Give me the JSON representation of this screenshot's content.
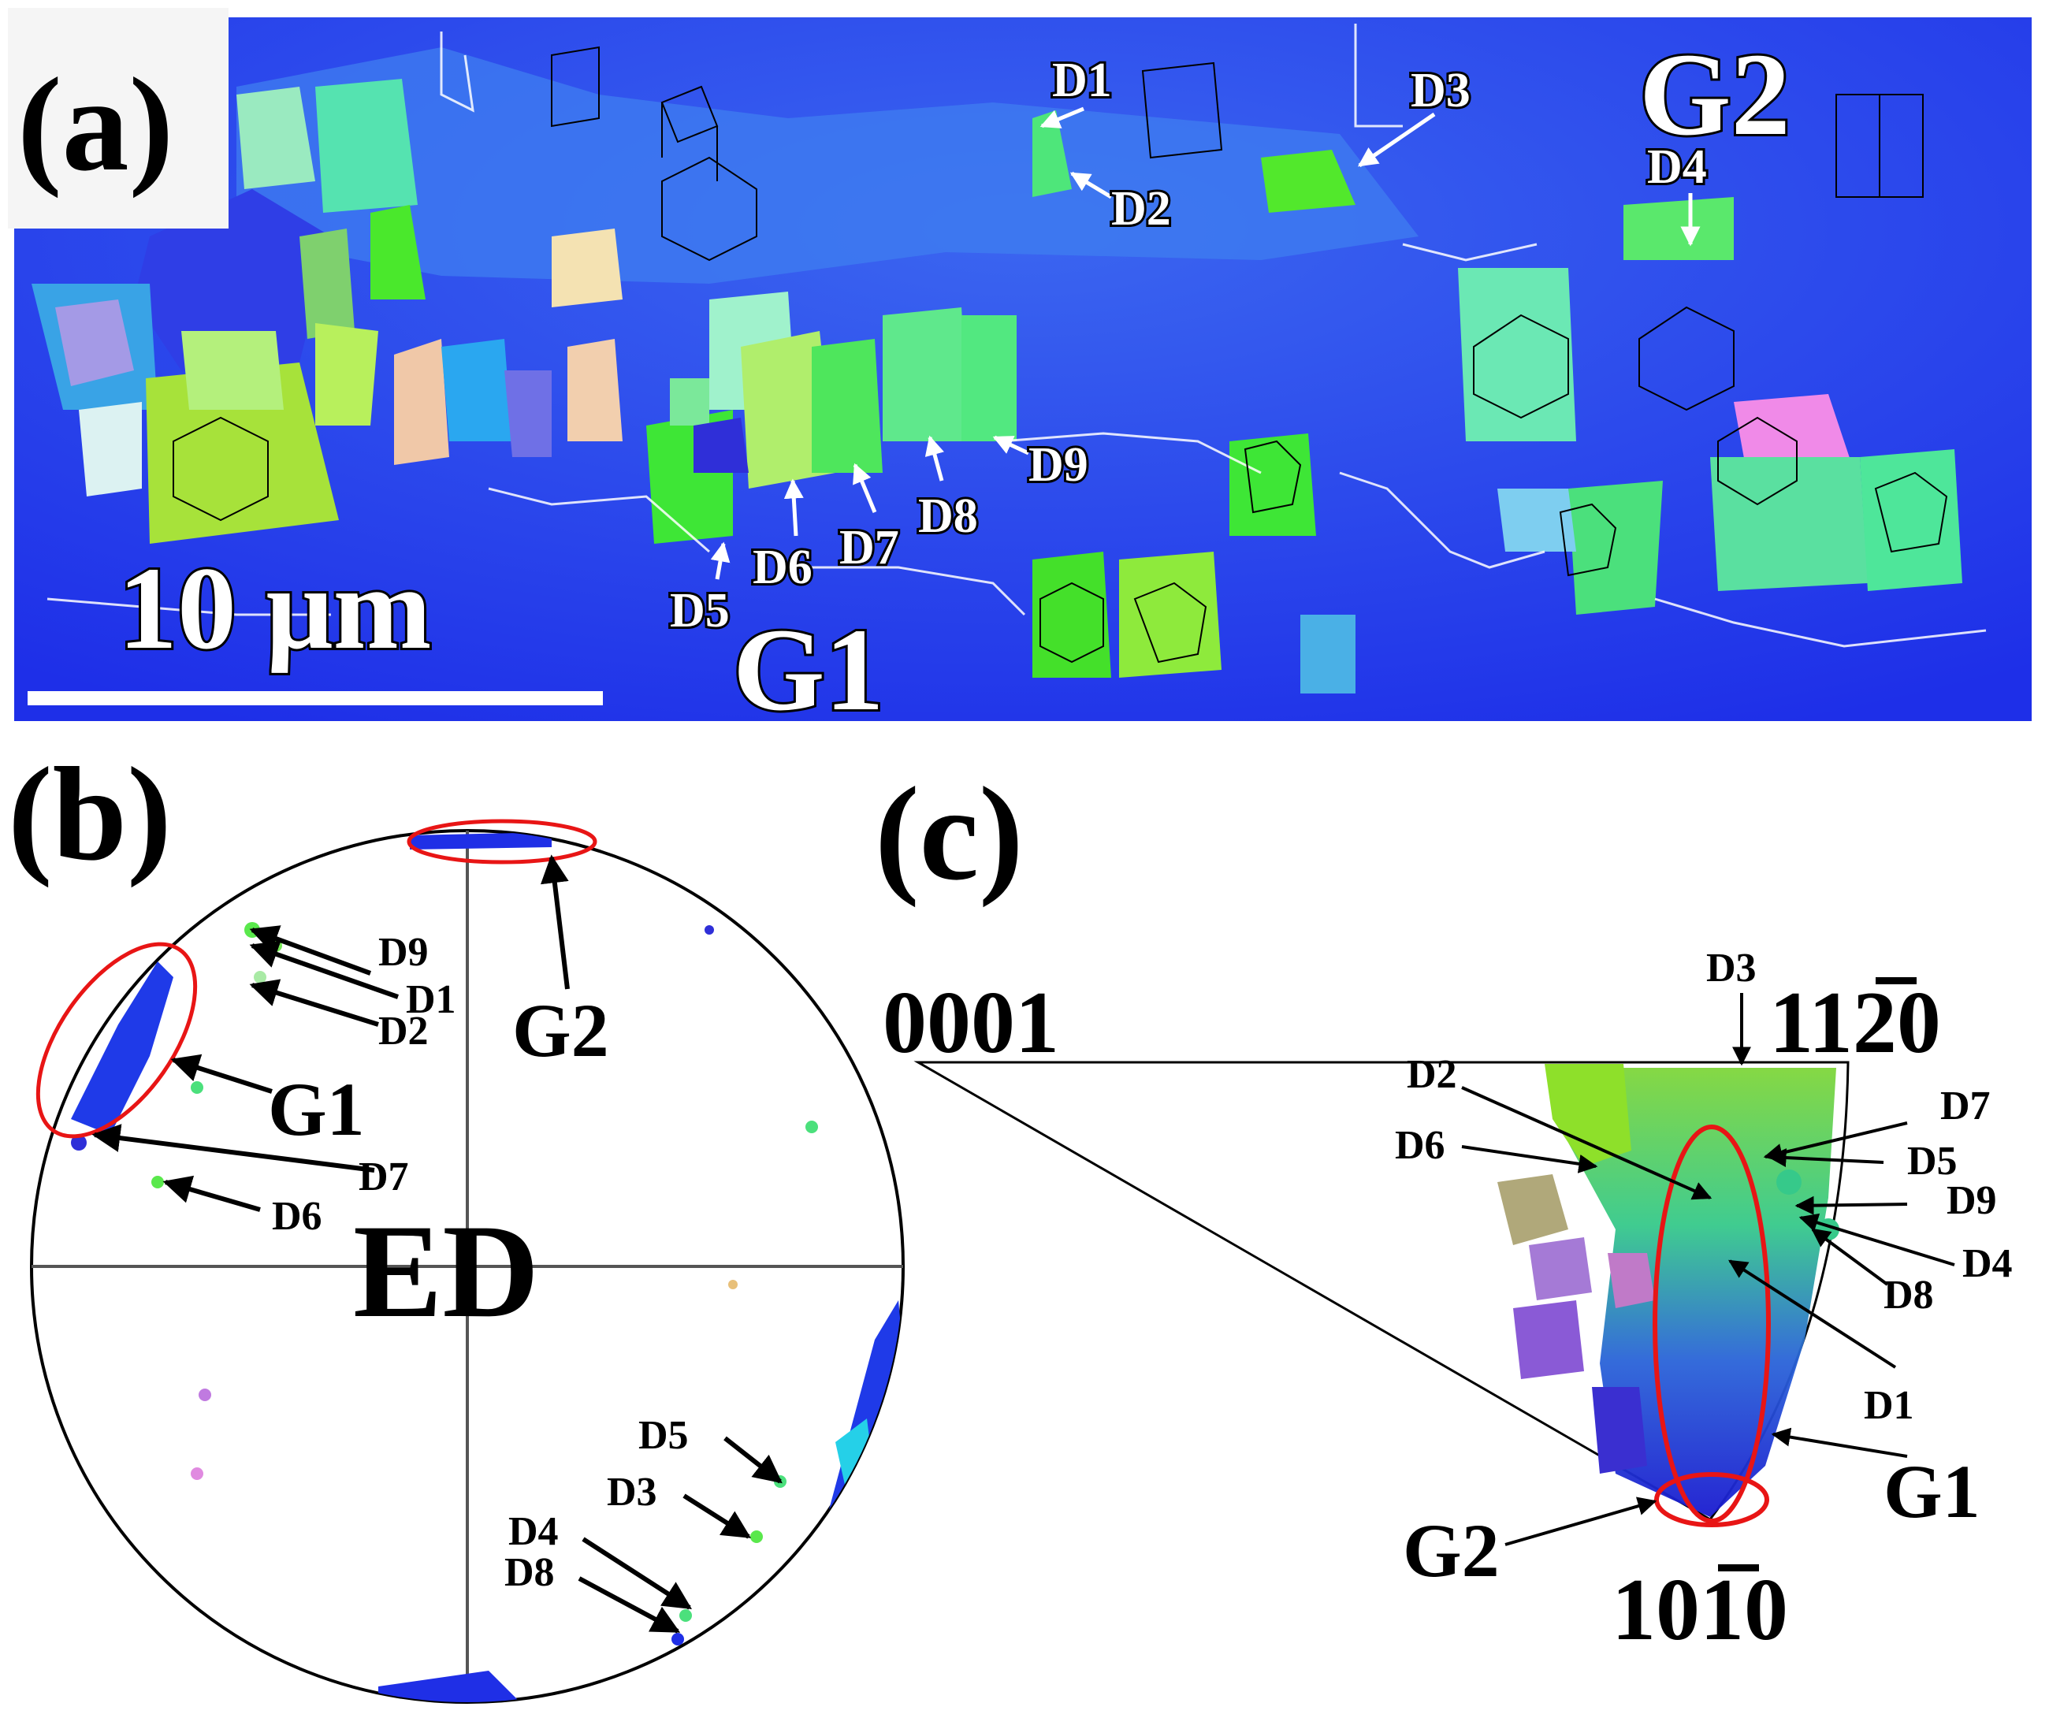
{
  "panels": {
    "a": {
      "letter": "(a)",
      "scale_bar": "10 μm",
      "grain_labels": {
        "g1": "G1",
        "g2": "G2"
      },
      "twin_labels": [
        "D1",
        "D2",
        "D3",
        "D4",
        "D5",
        "D6",
        "D7",
        "D8",
        "D9"
      ]
    },
    "b": {
      "letter": "(b)",
      "center_label": "ED",
      "grain_labels": {
        "g1": "G1",
        "g2": "G2"
      },
      "twin_labels": {
        "d1": "D1",
        "d2": "D2",
        "d3": "D3",
        "d4": "D4",
        "d5": "D5",
        "d6": "D6",
        "d7": "D7",
        "d8": "D8",
        "d9": "D9"
      }
    },
    "c": {
      "letter": "(c)",
      "corner_0001": "0001",
      "corner_11-20": "1120",
      "corner_10-10": "1010",
      "grain_labels": {
        "g1": "G1",
        "g2": "G2"
      },
      "twin_labels": {
        "d1": "D1",
        "d2": "D2",
        "d3": "D3",
        "d4": "D4",
        "d5": "D5",
        "d6": "D6",
        "d7": "D7",
        "d8": "D8",
        "d9": "D9"
      }
    }
  },
  "colors": {
    "matrix_blue": "#1f2fe6",
    "twin_green": "#44e02a",
    "highlight_red": "#e81515",
    "boundary_white": "#ffffff"
  }
}
